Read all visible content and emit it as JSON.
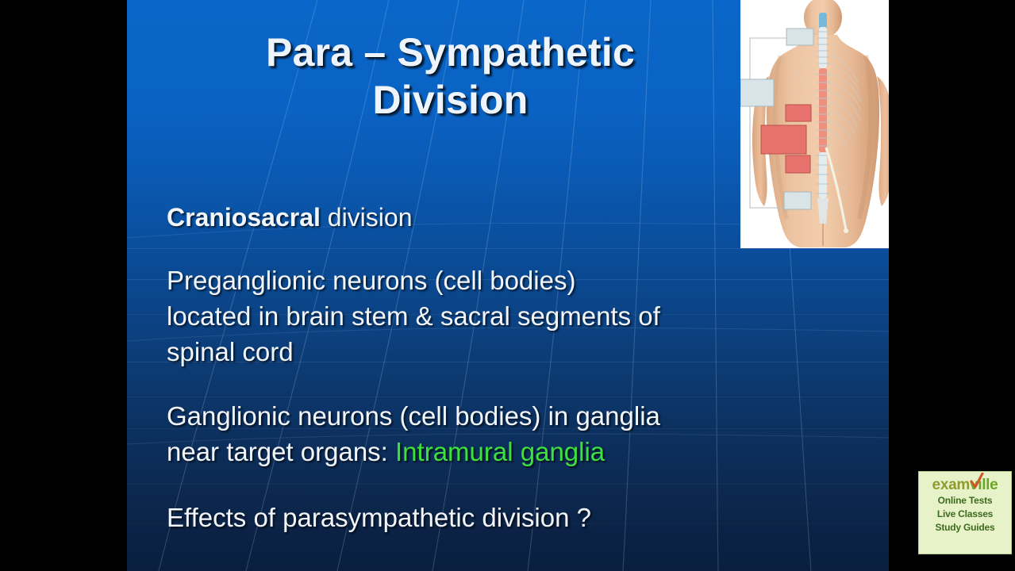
{
  "slide": {
    "title_lines": [
      "Para – Sympathetic",
      "Division"
    ],
    "bullets": [
      {
        "id": "craniosacral",
        "bold_text": "Craniosacral",
        "rest_text": " division"
      },
      {
        "id": "preganglionic",
        "text": "Preganglionic neurons (cell bodies)\nlocated in brain stem & sacral segments of\nspinal cord"
      },
      {
        "id": "ganglionic",
        "text": "Ganglionic neurons (cell bodies) in ganglia\nnear target organs: ",
        "highlight": "Intramural ganglia"
      },
      {
        "id": "effects",
        "text": "Effects of parasympathetic division ?"
      }
    ],
    "colors": {
      "background_top": "#0a66c8",
      "background_bottom": "#0a1f3f",
      "text": "#f2f6fb",
      "highlight_green": "#3ee03e",
      "figure_red_box": "#e8736e",
      "figure_blue_box": "#d8e4e8"
    }
  },
  "figure": {
    "name": "parasympathetic-division-anatomy-diagram",
    "description": "Posterior view of human torso showing spinal cord with callout boxes",
    "callouts": [
      {
        "id": "callout-1",
        "color": "#d8e4e8",
        "label": ""
      },
      {
        "id": "callout-2",
        "color": "#d8e4e8",
        "label": ""
      },
      {
        "id": "callout-3",
        "color": "#e8736e",
        "label": ""
      },
      {
        "id": "callout-4",
        "color": "#e8736e",
        "label": ""
      },
      {
        "id": "callout-5",
        "color": "#e8736e",
        "label": ""
      },
      {
        "id": "callout-6",
        "color": "#d8e4e8",
        "label": ""
      }
    ]
  },
  "logo": {
    "word_part_1": "exam",
    "word_part_2": "ville",
    "lines": [
      "Online Tests",
      "Live Classes",
      "Study Guides"
    ]
  }
}
